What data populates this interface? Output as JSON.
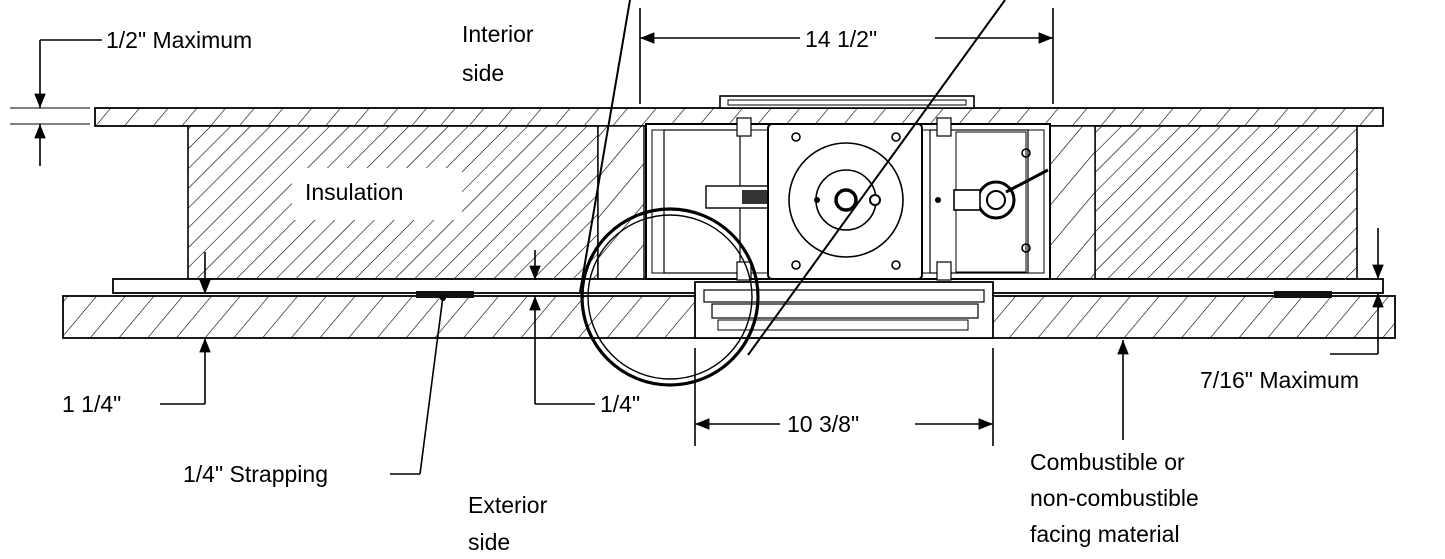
{
  "labels": {
    "half_inch_max": "1/2\" Maximum",
    "interior_side_1": "Interior",
    "interior_side_2": "side",
    "width_top": "14 1/2\"",
    "insulation": "Insulation",
    "one_quarter_left": "1 1/4\"",
    "quarter_inch": "1/4\"",
    "strapping": "1/4\" Strapping",
    "exterior_side_1": "Exterior",
    "exterior_side_2": "side",
    "width_bottom": "10 3/8\"",
    "seven_sixteenths_max": "7/16\" Maximum",
    "facing_1": "Combustible or",
    "facing_2": "non-combustible",
    "facing_3": "facing material"
  }
}
